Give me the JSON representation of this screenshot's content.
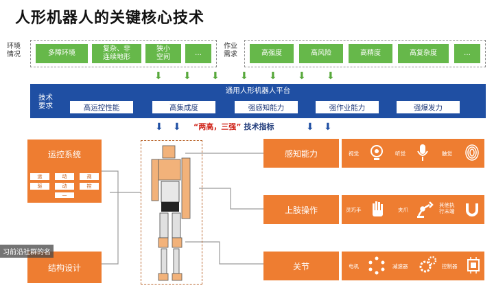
{
  "title": "人形机器人的关键核心技术",
  "env": {
    "label_line1": "环境",
    "label_line2": "情况",
    "items": [
      "多障环境",
      "复杂、非\n连续地形",
      "狭小\n空间",
      "…"
    ]
  },
  "demand": {
    "label_line1": "作业",
    "label_line2": "需求",
    "items": [
      "高强度",
      "高风险",
      "高精度",
      "高复杂度",
      "…"
    ]
  },
  "platform": {
    "title": "通用人形机器人平台",
    "label_line1": "技术",
    "label_line2": "要求",
    "items": [
      "高运控性能",
      "高集成度",
      "强感知能力",
      "强作业能力",
      "强爆发力"
    ]
  },
  "indicator": {
    "quoted": "“两高，三强”",
    "suffix": "技术指标"
  },
  "left": {
    "motion_title": "运控系统",
    "motion_cells": [
      "运",
      "动",
      "规",
      "驱",
      "动",
      "控",
      "—"
    ],
    "structure_title": "结构设计"
  },
  "right": {
    "perception": {
      "title": "感知能力",
      "items": [
        "视觉",
        "听觉",
        "触觉"
      ],
      "icons": [
        "camera-icon",
        "microphone-icon",
        "fingerprint-icon"
      ]
    },
    "manipulation": {
      "title": "上肢操作",
      "items": [
        "灵巧手",
        "夹爪",
        "其他执\n行末端"
      ],
      "icons": [
        "hand-icon",
        "robot-arm-icon",
        "magnet-icon"
      ]
    },
    "joint": {
      "title": "关节",
      "items": [
        "电机",
        "减速器",
        "控制器"
      ],
      "icons": [
        "motor-icon",
        "gears-icon",
        "chip-icon"
      ]
    }
  },
  "overlay_caption": "习前沿社群的名",
  "colors": {
    "green": "#66b84a",
    "blue": "#1f4fa3",
    "orange": "#ee7d31"
  }
}
